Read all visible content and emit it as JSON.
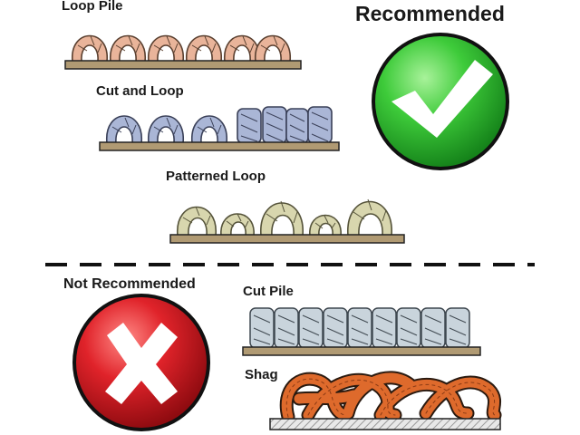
{
  "recommended": {
    "heading": "Recommended",
    "badge_icon": "checkmark-icon",
    "badge_color": "#3ecb3a",
    "carpets": [
      {
        "label": "Loop Pile",
        "fiber_color": "#e9b49a"
      },
      {
        "label": "Cut and Loop",
        "fiber_color": "#aab6d6"
      },
      {
        "label": "Patterned Loop",
        "fiber_color": "#d8d6ae"
      }
    ]
  },
  "not_recommended": {
    "heading": "Not Recommended",
    "badge_icon": "x-icon",
    "badge_color": "#e0232a",
    "carpets": [
      {
        "label": "Cut Pile",
        "fiber_color": "#c9d4dc"
      },
      {
        "label": "Shag",
        "fiber_color": "#de6a2c"
      }
    ]
  },
  "backing_color": "#b09a73"
}
